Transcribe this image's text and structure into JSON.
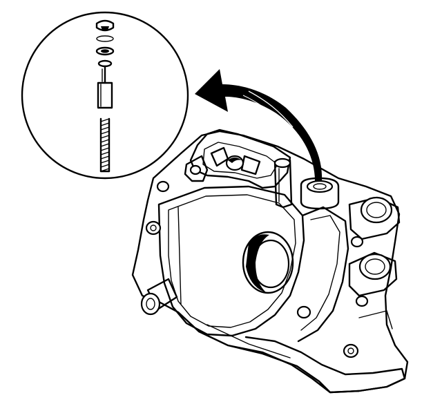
{
  "figure": {
    "kind": "technical line illustration",
    "colors": {
      "ink": "#000000",
      "paper": "#ffffff"
    },
    "parts": [
      {
        "id": "pump-housing",
        "icon": "housing-outline"
      },
      {
        "id": "detail-callout",
        "icon": "magnified-circle"
      },
      {
        "id": "relief-valve-stack",
        "icon": "valve-assembly"
      },
      {
        "id": "direction-arrow",
        "icon": "curved-arrow"
      }
    ]
  }
}
